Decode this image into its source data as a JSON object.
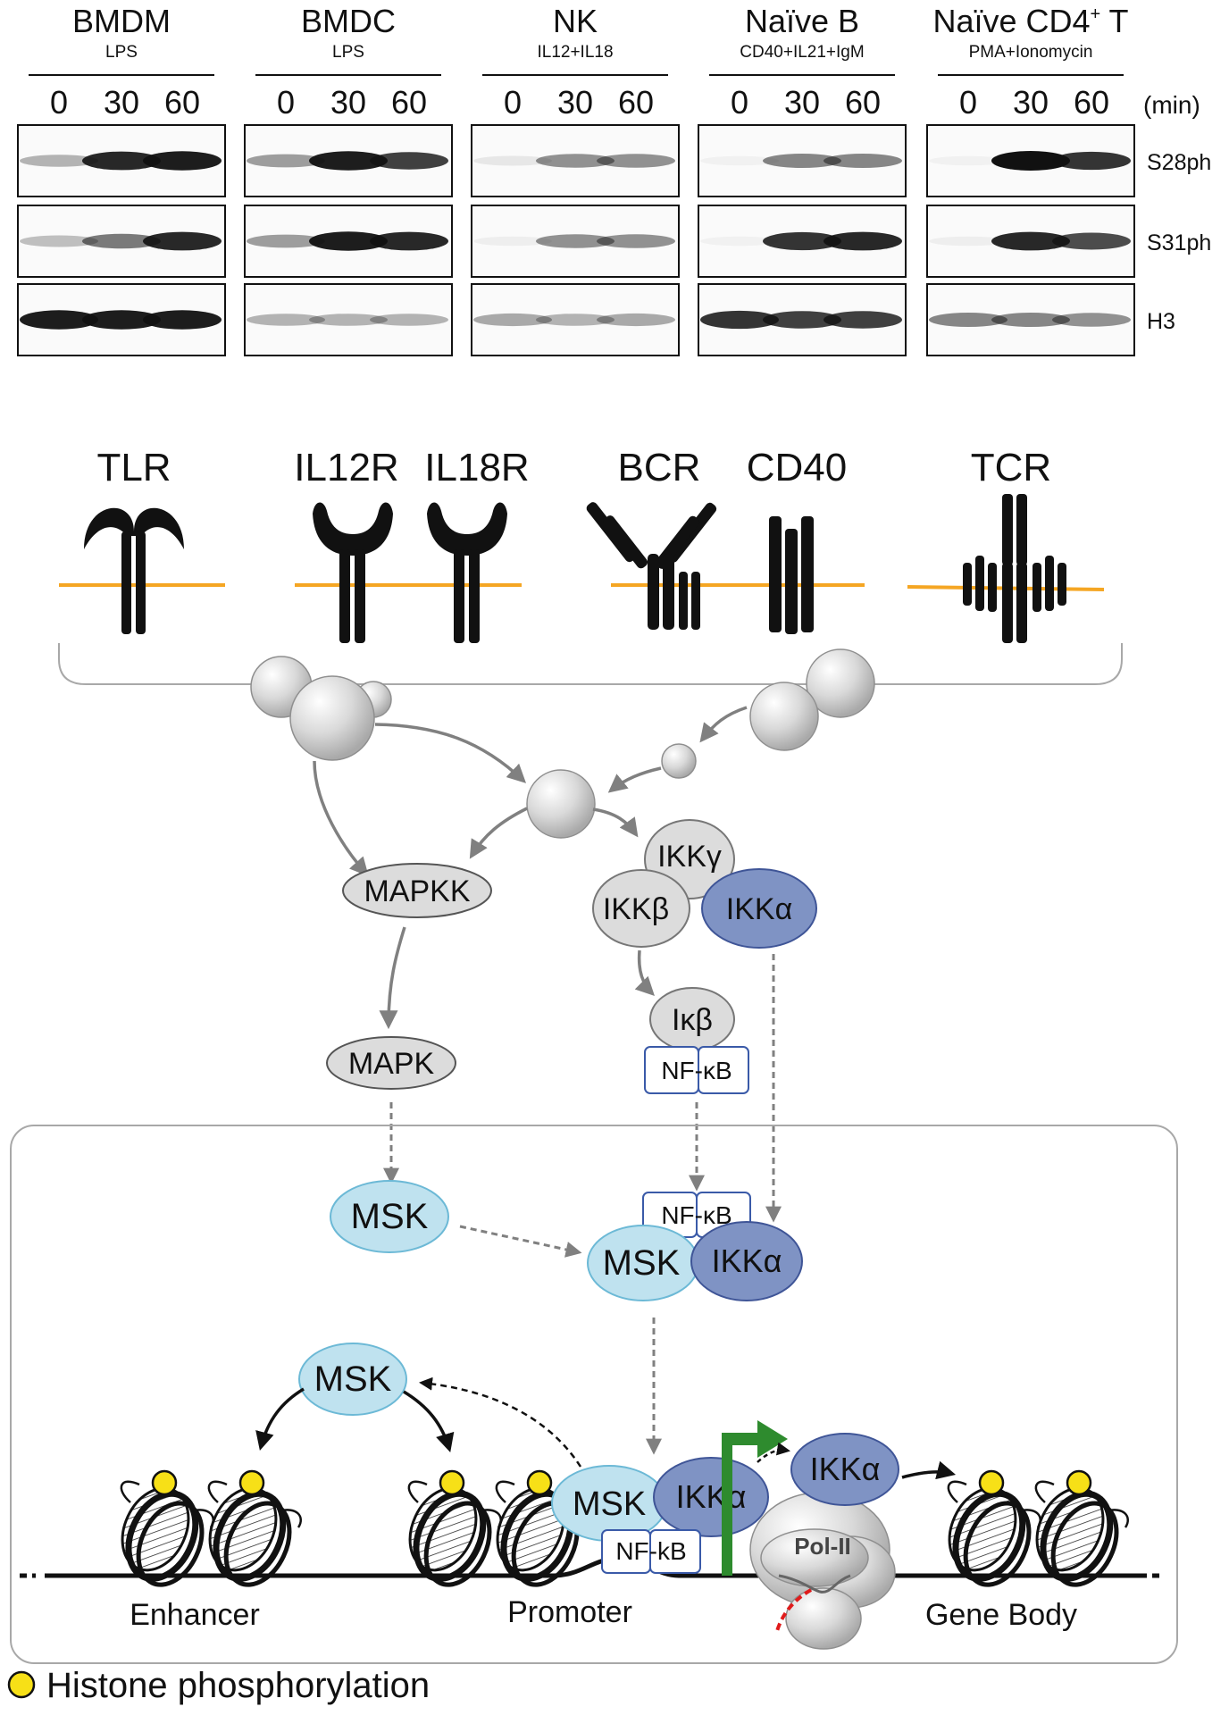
{
  "blot": {
    "panels": [
      {
        "title": "BMDM",
        "stim": "LPS"
      },
      {
        "title": "BMDC",
        "stim": "LPS"
      },
      {
        "title": "NK",
        "stim": "IL12+IL18"
      },
      {
        "title": "Naïve B",
        "stim": "CD40+IL21+IgM"
      },
      {
        "title": "Naïve CD4",
        "sup": "+",
        "title_suffix": " T",
        "stim": "PMA+Ionomycin"
      }
    ],
    "timepoints": [
      "0",
      "30",
      "60"
    ],
    "unit": "(min)",
    "rows": [
      "S28ph",
      "S31ph",
      "H3"
    ],
    "band_intensity": {
      "S28ph": [
        [
          0.3,
          0.9,
          0.95
        ],
        [
          0.4,
          0.95,
          0.8
        ],
        [
          0.08,
          0.45,
          0.45
        ],
        [
          0.04,
          0.5,
          0.5
        ],
        [
          0.04,
          1.0,
          0.85
        ]
      ],
      "S31ph": [
        [
          0.25,
          0.55,
          0.9
        ],
        [
          0.4,
          0.95,
          0.9
        ],
        [
          0.05,
          0.45,
          0.45
        ],
        [
          0.04,
          0.85,
          0.9
        ],
        [
          0.05,
          0.9,
          0.75
        ]
      ],
      "H3": [
        [
          0.95,
          0.95,
          0.95
        ],
        [
          0.3,
          0.3,
          0.3
        ],
        [
          0.35,
          0.3,
          0.35
        ],
        [
          0.85,
          0.8,
          0.8
        ],
        [
          0.5,
          0.5,
          0.45
        ]
      ]
    }
  },
  "receptors": {
    "TLR": "TLR",
    "IL12R": "IL12R",
    "IL18R": "IL18R",
    "BCR": "BCR",
    "CD40": "CD40",
    "TCR": "TCR"
  },
  "nodes": {
    "mapkk": "MAPKK",
    "mapk": "MAPK",
    "ikk_gamma": "IKKγ",
    "ikk_beta": "IKKβ",
    "ikk_alpha": "IKKα",
    "ikb": "Iκβ",
    "nfkb_cyto": "NF-κB",
    "msk": "MSK",
    "nfkb_nuc": "NF-κB",
    "nfkb_promoter": "NF-kB",
    "pol2": "Pol-II"
  },
  "regions": {
    "enhancer": "Enhancer",
    "promoter": "Promoter",
    "gene_body": "Gene Body"
  },
  "legend": {
    "histone_phos": "Histone phosphorylation"
  },
  "colors": {
    "membrane": "#f5a623",
    "msk": "#bfe2ef",
    "msk_stroke": "#6cb9d6",
    "ikka": "#7f93c4",
    "ikka_stroke": "#3f5597",
    "gray_node": "#d6d6d6",
    "nfkb_stroke": "#3a5aa8",
    "tss_arrow": "#2e8b2e",
    "phos_dot": "#f7e017",
    "rna": "#e01b1b"
  }
}
